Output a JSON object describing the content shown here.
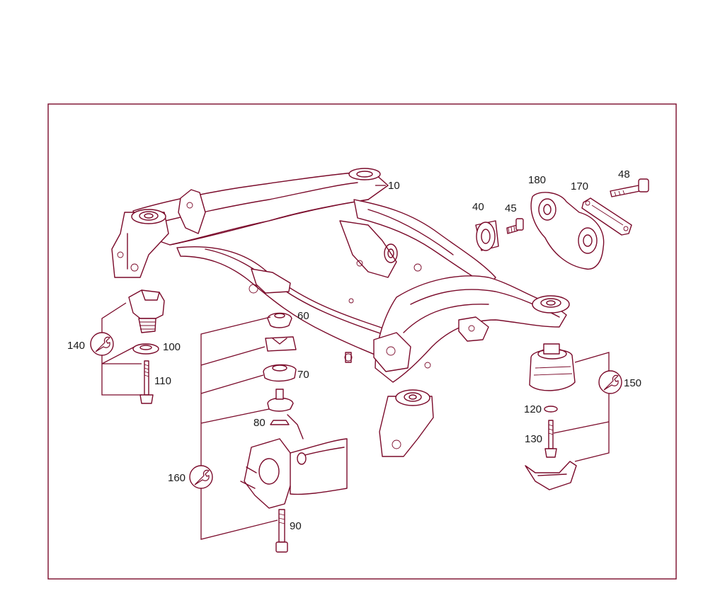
{
  "diagram": {
    "colors": {
      "line": "#7a0a2a",
      "text": "#1a1a1a",
      "background": "#ffffff"
    },
    "callouts": [
      {
        "id": "10",
        "text": "10"
      },
      {
        "id": "40",
        "text": "40"
      },
      {
        "id": "45",
        "text": "45"
      },
      {
        "id": "48",
        "text": "48"
      },
      {
        "id": "60",
        "text": "60"
      },
      {
        "id": "70",
        "text": "70"
      },
      {
        "id": "80",
        "text": "80"
      },
      {
        "id": "90",
        "text": "90"
      },
      {
        "id": "100",
        "text": "100"
      },
      {
        "id": "110",
        "text": "110"
      },
      {
        "id": "120",
        "text": "120"
      },
      {
        "id": "130",
        "text": "130"
      },
      {
        "id": "140",
        "text": "140"
      },
      {
        "id": "150",
        "text": "150"
      },
      {
        "id": "160",
        "text": "160"
      },
      {
        "id": "170",
        "text": "170"
      },
      {
        "id": "180",
        "text": "180"
      }
    ],
    "tool_symbols": [
      {
        "ref": "140",
        "icon": "wrench-icon"
      },
      {
        "ref": "150",
        "icon": "wrench-icon"
      },
      {
        "ref": "160",
        "icon": "wrench-icon"
      }
    ]
  }
}
